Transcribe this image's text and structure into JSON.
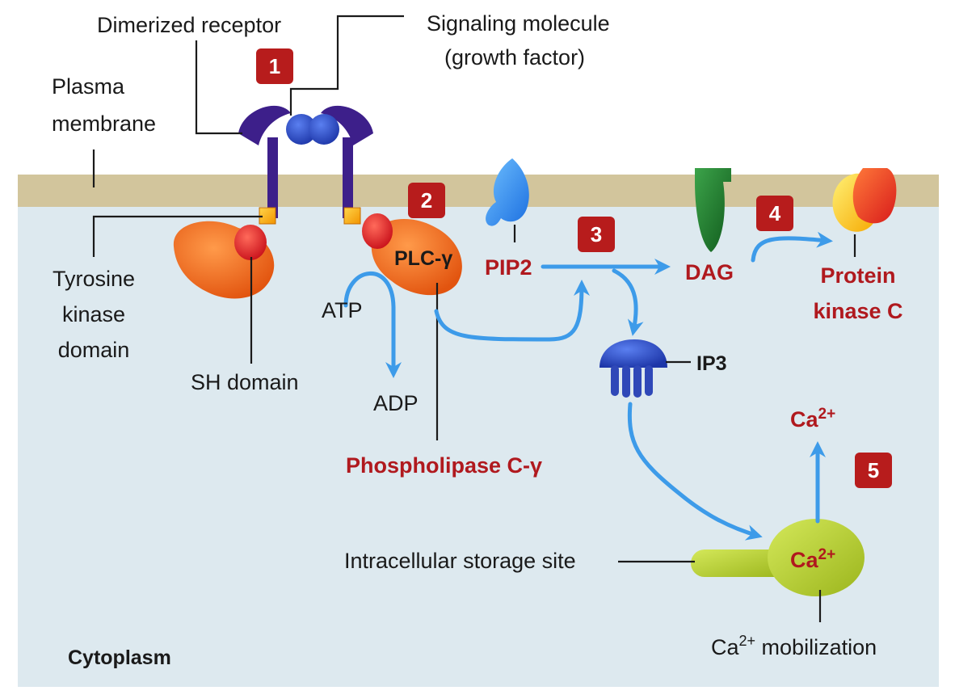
{
  "labels": {
    "dimerized_receptor": "Dimerized receptor",
    "signaling_molecule_1": "Signaling molecule",
    "signaling_molecule_2": "(growth factor)",
    "plasma_membrane_1": "Plasma",
    "plasma_membrane_2": "membrane",
    "tyrosine_kinase_1": "Tyrosine",
    "tyrosine_kinase_2": "kinase",
    "tyrosine_kinase_3": "domain",
    "sh_domain": "SH domain",
    "atp": "ATP",
    "adp": "ADP",
    "plc_gamma": "PLC-γ",
    "phospholipase": "Phospholipase C-γ",
    "pip2": "PIP2",
    "dag": "DAG",
    "protein_kinase_1": "Protein",
    "protein_kinase_2": "kinase C",
    "ip3": "IP3",
    "ca_top": "Ca",
    "ca_top_sup": "2+",
    "ca_store": "Ca",
    "ca_store_sup": "2+",
    "storage_site": "Intracellular storage site",
    "ca_mobilization_pre": "Ca",
    "ca_mobilization_sup": "2+",
    "ca_mobilization_post": " mobilization",
    "cytoplasm": "Cytoplasm"
  },
  "steps": [
    "1",
    "2",
    "3",
    "4",
    "5"
  ],
  "colors": {
    "membrane": "#d2c59c",
    "cytoplasm": "#dde9ef",
    "receptor": "#3d1f8a",
    "signal": "#2448c4",
    "kinase": "#f06a1f",
    "sh": "#e32626",
    "phospho": "#f6a800",
    "flow_arrow": "#3d9be9",
    "step_badge": "#b71c1c",
    "label_red": "#b0191e",
    "pip2": "#2f8ff0",
    "dag": "#1f7a2a",
    "ip3": "#2f48b8",
    "storage": "#b5cc2a"
  },
  "icons": {
    "receptor": "receptor-icon",
    "signal": "growth-factor-icon",
    "pip2": "pip2-icon",
    "dag": "dag-icon",
    "pkc": "protein-kinase-c-icon",
    "ip3": "ip3-icon",
    "storage": "storage-site-icon"
  }
}
